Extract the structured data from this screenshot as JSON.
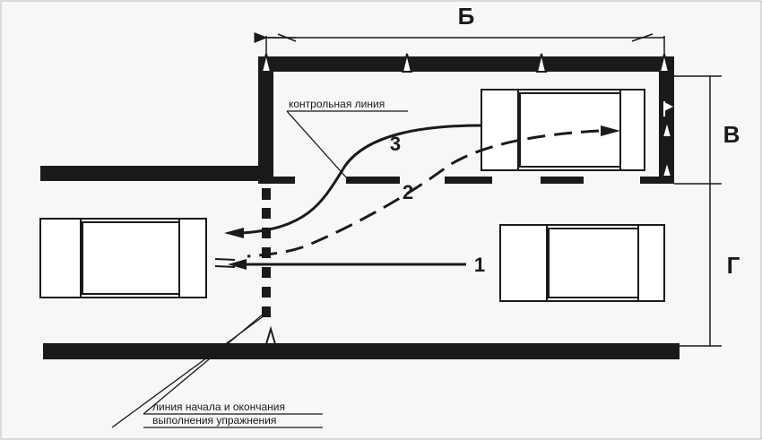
{
  "dimensions": {
    "b": "Б",
    "v": "В",
    "g": "Г"
  },
  "trajectories": {
    "t1": "1",
    "t2": "2",
    "t3": "3"
  },
  "labels": {
    "control_line": "контрольная линия",
    "start_line_1": "линия начала и окончания",
    "start_line_2": "выполнения упражнения"
  },
  "colors": {
    "ink": "#1a1a1a",
    "paper": "#f7f7f7"
  }
}
